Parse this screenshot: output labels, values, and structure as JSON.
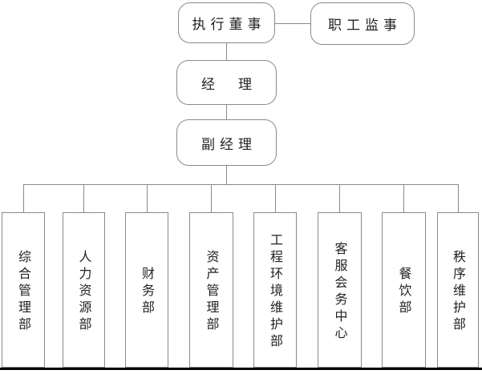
{
  "chart": {
    "type": "org-chart",
    "nodes": {
      "executive_director": "执行董事",
      "staff_supervisor": "职工监事",
      "manager": "经　理",
      "deputy_manager": "副经理"
    },
    "departments": [
      {
        "label": "综合管理部"
      },
      {
        "label": "人力资源部"
      },
      {
        "label": "财务部"
      },
      {
        "label": "资产管理部"
      },
      {
        "label": "工程环境维护部"
      },
      {
        "label": "客服会务中心"
      },
      {
        "label": "餐饮部"
      },
      {
        "label": "秩序维护部"
      }
    ],
    "colors": {
      "line": "#8a8a8a",
      "text": "#222222",
      "bottom_rule": "#000000",
      "background": "#ffffff"
    }
  }
}
